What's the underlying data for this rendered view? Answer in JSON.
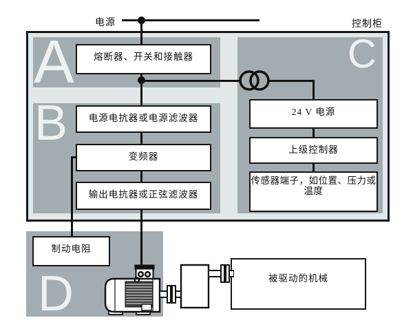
{
  "labels": {
    "power_supply": "电源",
    "control_cabinet": "控制柜"
  },
  "zones": {
    "a": "A",
    "b": "B",
    "c": "C",
    "d": "D"
  },
  "boxes": {
    "fuse_switch_contactor": "熔断器、开关和接触器",
    "line_reactor_filter": "电源电抗器或电源滤波器",
    "inverter": "变频器",
    "output_reactor_filter": "输出电抗器或正弦滤波器",
    "power_24v": "24 V 电源",
    "higher_level_controller": "上级控制器",
    "sensor_line1": "传感器端子，如位置、压力或",
    "sensor_line2": "温度",
    "brake_resistor": "制动电阻",
    "driven_machine": "被驱动的机械"
  },
  "icons": {
    "transformer": "transformer-icon",
    "motor": "motor-icon",
    "coupling": "shaft-coupling-icon",
    "junction": "junction-dot"
  },
  "colors": {
    "panel_gray": "#a3acb1",
    "frame_light": "#e2e7e9",
    "letter_white": "#eef1f2",
    "line_black": "#111111",
    "box_white": "#ffffff"
  }
}
